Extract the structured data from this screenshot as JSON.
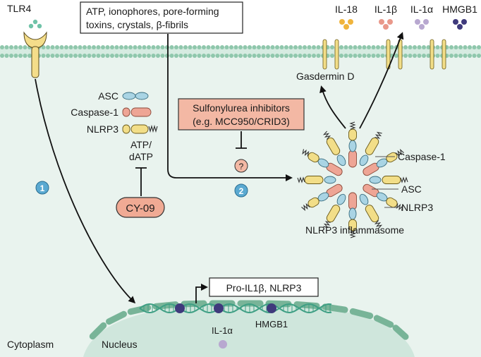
{
  "labels": {
    "tlr4": "TLR4",
    "stimuli_line1": "ATP, ionophores, pore-forming",
    "stimuli_line2": "toxins, crystals, β-fibrils",
    "il18": "IL-18",
    "il1b": "IL-1β",
    "il1a_top": "IL-1α",
    "hmgb1_top": "HMGB1",
    "gasdermin": "Gasdermin D",
    "asc_legend": "ASC",
    "caspase_legend": "Caspase-1",
    "nlrp3_legend": "NLRP3",
    "atp_line1": "ATP/",
    "atp_line2": "dATP",
    "cy09": "CY-09",
    "sulfo_line1": "Sulfonylurea inhibitors",
    "sulfo_line2": "(e.g. MCC950/CRID3)",
    "question": "?",
    "step1": "1",
    "step2": "2",
    "casp_callout": "Caspase-1",
    "asc_callout": "ASC",
    "nlrp3_callout": "NLRP3",
    "inflammasome": "NLRP3 inflammasome",
    "gene_box": "Pro-IL1β, NLRP3",
    "hmgb1_nuc": "HMGB1",
    "il1a_nuc": "IL-1α",
    "cytoplasm": "Cytoplasm",
    "nucleus": "Nucleus"
  },
  "colors": {
    "cytoplasm": "#e9f3ee",
    "membrane_head": "#8fc7ac",
    "nucleus": "#cfe6dc",
    "nucleus_edge": "#78b498",
    "dna": "#3e9f84",
    "asc": "#a9d4e4",
    "caspase": "#eea595",
    "nlrp3": "#f2de88",
    "cy09_fill": "#f0aa94",
    "sulfo_fill": "#f3b8a4",
    "step_badge": "#5aa9d1",
    "il18": "#f0b43c",
    "il1b": "#e9988a",
    "il1a": "#b8a8d0",
    "hmgb1": "#3f3a7c"
  }
}
